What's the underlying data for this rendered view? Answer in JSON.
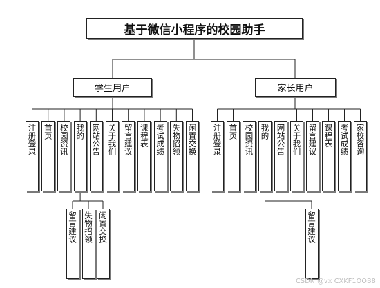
{
  "title": "基于微信小程序的校园助手",
  "groups": [
    {
      "label": "学生用户",
      "children": [
        "注册登录",
        "首页",
        "校园资讯",
        "我的",
        "网站公告",
        "关于我们",
        "留言建议",
        "课程表",
        "考试成绩",
        "失物招领",
        "闲置交换"
      ],
      "sub_children": [
        "留言建议",
        "失物招领",
        "闲置交换"
      ]
    },
    {
      "label": "家长用户",
      "children": [
        "注册登录",
        "首页",
        "校园资讯",
        "我的",
        "网站公告",
        "关于我们",
        "留言建议",
        "课程表",
        "考试成绩",
        "家校咨询"
      ],
      "sub_children": [
        "留言建议"
      ]
    }
  ],
  "watermark": "CSDN @vx CXKF1OOB8"
}
